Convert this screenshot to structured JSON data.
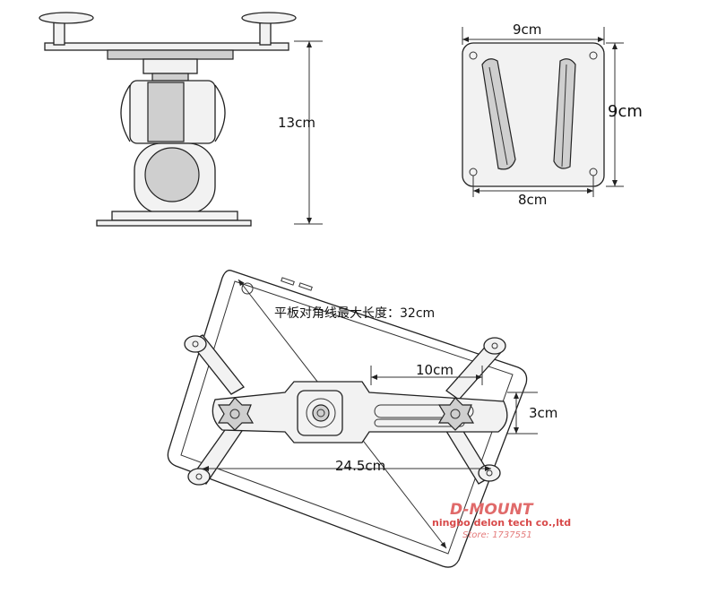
{
  "dimensions": {
    "mount_height": "13cm",
    "plate_width_top": "9cm",
    "plate_height": "9cm",
    "plate_hole_spacing": "8cm",
    "arm_spacing": "10cm",
    "bracket_height": "3cm",
    "clamp_span": "24.5cm"
  },
  "notes": {
    "max_diagonal": "平板对角线最大长度：32cm"
  },
  "watermark": {
    "brand": "D-MOUNT",
    "company": "ningbo delon tech co.,ltd",
    "store": "Store: 1737551"
  }
}
